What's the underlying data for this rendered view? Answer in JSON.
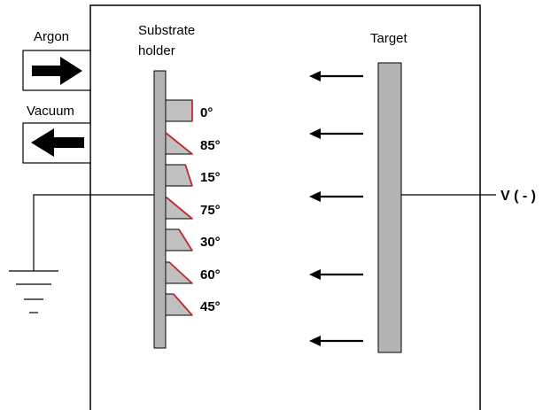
{
  "labels": {
    "argon": "Argon",
    "vacuum": "Vacuum",
    "substrate_line1": "Substrate",
    "substrate_line2": "holder",
    "target": "Target",
    "voltage": "V ( - )"
  },
  "substrates": [
    {
      "label": "0°",
      "tilt_deg": 0
    },
    {
      "label": "85°",
      "tilt_deg": 85
    },
    {
      "label": "15°",
      "tilt_deg": 15
    },
    {
      "label": "75°",
      "tilt_deg": 75
    },
    {
      "label": "30°",
      "tilt_deg": 30
    },
    {
      "label": "60°",
      "tilt_deg": 60
    },
    {
      "label": "45°",
      "tilt_deg": 45
    }
  ],
  "arrow_count": 5,
  "colors": {
    "holder_fill": "#b3b3b3",
    "target_fill": "#b3b3b3",
    "substrate_fill": "#c0c0c0",
    "tilt_edge": "#c0272d",
    "line": "#000000"
  }
}
